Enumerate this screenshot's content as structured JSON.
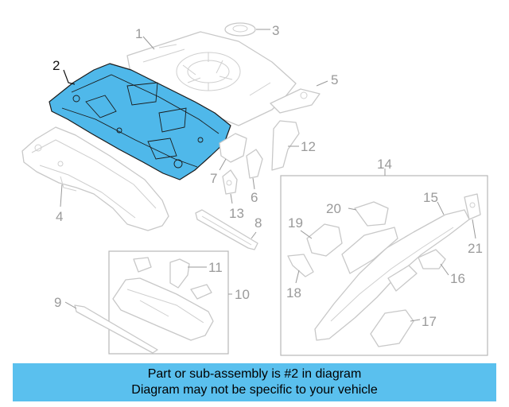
{
  "banner": {
    "line1": "Part or sub-assembly is #2 in diagram",
    "line2": "Diagram may not be specific to your vehicle"
  },
  "colors": {
    "highlight": "#4fb8ea",
    "banner_background": "#5ac0ee",
    "part_outline": "#c8c8c8",
    "callout_text": "#9a9a9a"
  },
  "highlighted_part": "2",
  "callouts": {
    "c1": "1",
    "c2": "2",
    "c3": "3",
    "c4": "4",
    "c5": "5",
    "c6": "6",
    "c7": "7",
    "c8": "8",
    "c9": "9",
    "c10": "10",
    "c11": "11",
    "c12": "12",
    "c13": "13",
    "c14": "14",
    "c15": "15",
    "c16": "16",
    "c17": "17",
    "c18": "18",
    "c19": "19",
    "c20": "20",
    "c21": "21"
  }
}
